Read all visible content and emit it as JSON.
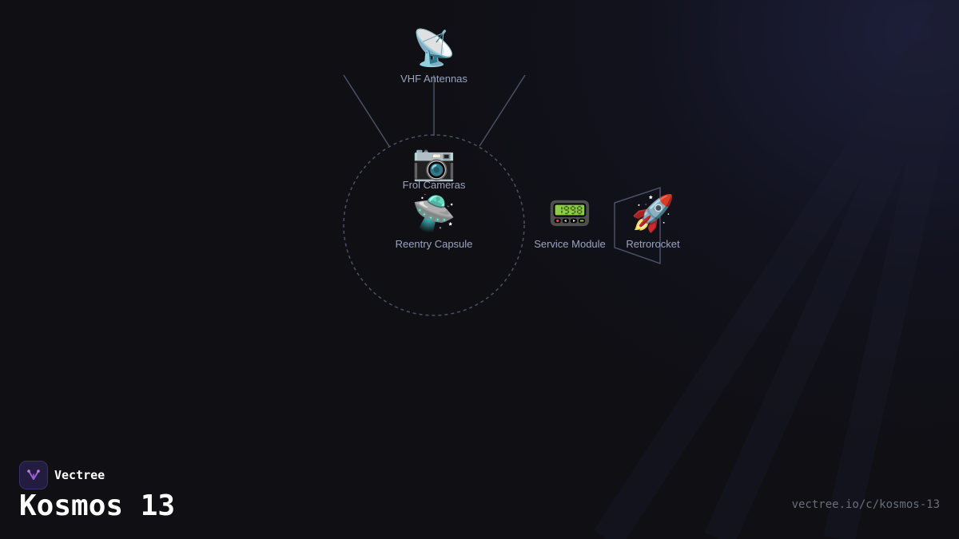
{
  "diagram": {
    "nodes": [
      {
        "id": "vhf",
        "label": "VHF Antennas",
        "icon": "📡",
        "icon_name": "satellite-antenna-icon"
      },
      {
        "id": "cameras",
        "label": "Frol Cameras",
        "icon": "📷",
        "icon_name": "camera-icon"
      },
      {
        "id": "capsule",
        "label": "Reentry Capsule",
        "icon": "🛸",
        "icon_name": "flying-saucer-icon"
      },
      {
        "id": "service",
        "label": "Service Module",
        "icon": "📟",
        "icon_name": "pager-icon"
      },
      {
        "id": "retro",
        "label": "Retrorocket",
        "icon": "🚀",
        "icon_name": "rocket-icon"
      }
    ],
    "colors": {
      "line": "#4a5166",
      "dashed_boundary": "#4a5166",
      "label": "#9aa4c0"
    }
  },
  "brand": {
    "name": "Vectree",
    "logo_icon": "vectree-logo-icon"
  },
  "title": "Kosmos 13",
  "url": "vectree.io/c/kosmos-13"
}
